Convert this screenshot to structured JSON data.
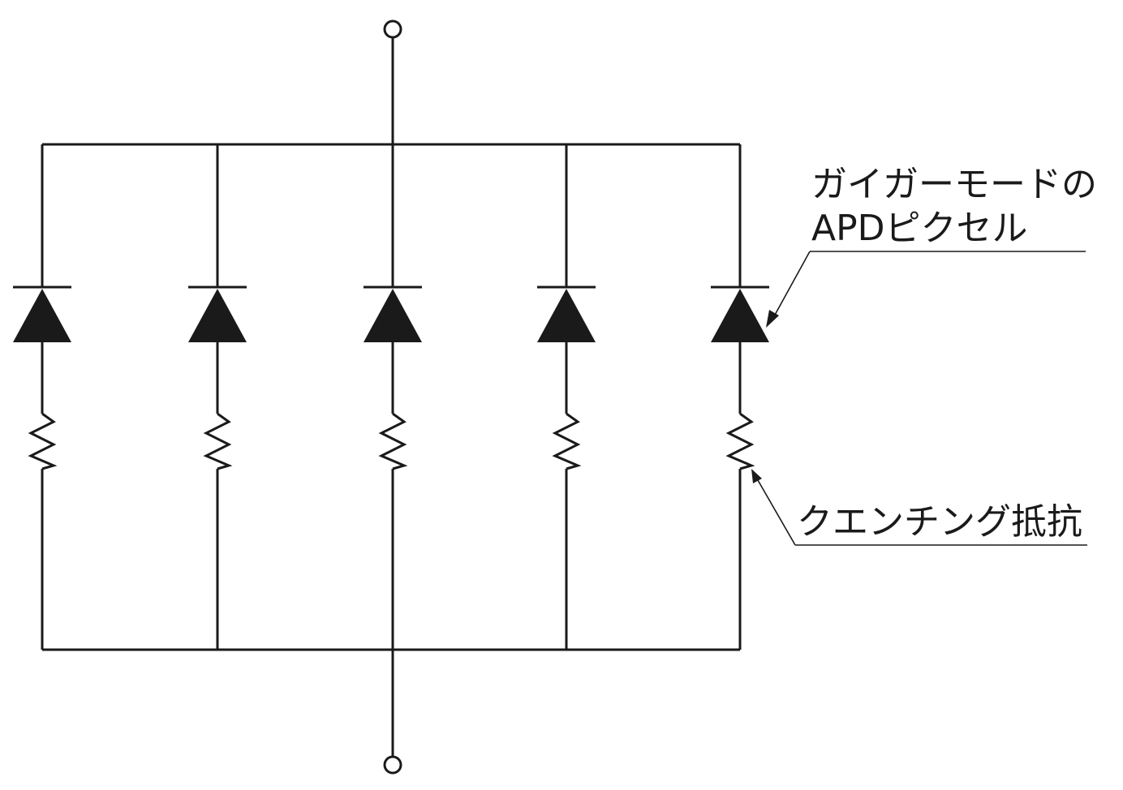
{
  "labels": {
    "apd_pixel_line1": "ガイガーモードの",
    "apd_pixel_line2": "APDピクセル",
    "quenching_resistor": "クエンチング抵抗"
  },
  "colors": {
    "ink": "#1a1a1a",
    "background": "#ffffff"
  }
}
